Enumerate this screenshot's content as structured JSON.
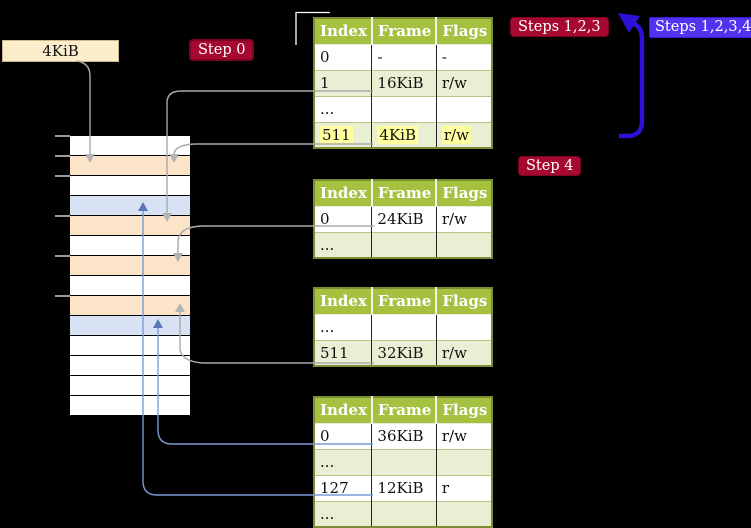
{
  "labels": {
    "frame_box": "4KiB",
    "step0": "Step 0",
    "steps123": "Steps 1,2,3",
    "steps1234": "Steps 1,2,3,4",
    "step4": "Step 4"
  },
  "page_tables": [
    {
      "headers": [
        "Index",
        "Frame",
        "Flags"
      ],
      "rows": [
        {
          "cells": [
            "0",
            "-",
            "-"
          ]
        },
        {
          "cells": [
            "1",
            "16KiB",
            "r/w"
          ]
        },
        {
          "cells": [
            "...",
            "",
            ""
          ]
        },
        {
          "cells": [
            "511",
            "4KiB",
            "r/w"
          ]
        }
      ]
    },
    {
      "headers": [
        "Index",
        "Frame",
        "Flags"
      ],
      "rows": [
        {
          "cells": [
            "0",
            "24KiB",
            "r/w"
          ]
        },
        {
          "cells": [
            "...",
            "",
            ""
          ]
        }
      ]
    },
    {
      "headers": [
        "Index",
        "Frame",
        "Flags"
      ],
      "rows": [
        {
          "cells": [
            "...",
            "",
            ""
          ]
        },
        {
          "cells": [
            "511",
            "32KiB",
            "r/w"
          ]
        }
      ]
    },
    {
      "headers": [
        "Index",
        "Frame",
        "Flags"
      ],
      "rows": [
        {
          "cells": [
            "0",
            "36KiB",
            "r/w"
          ]
        },
        {
          "cells": [
            "...",
            "",
            ""
          ]
        },
        {
          "cells": [
            "127",
            "12KiB",
            "r"
          ]
        },
        {
          "cells": [
            "...",
            "",
            ""
          ]
        }
      ]
    }
  ],
  "memory_stack": {
    "rows": [
      "white",
      "peach",
      "white",
      "blue",
      "peach",
      "white",
      "peach",
      "white",
      "peach",
      "blue",
      "white",
      "white",
      "white",
      "white"
    ]
  },
  "colors": {
    "background": "#000000",
    "table_header_green": "#a4c240",
    "table_row_green": "#e9efd2",
    "table_border_olive": "#7d8d36",
    "memory_peach": "#fce4c9",
    "memory_blue": "#d7e3f4",
    "highlight_yellow": "#ffffa0",
    "label_red": "#a6092f",
    "label_blue": "#5233f2",
    "big_arrow_blue": "#2c11d6",
    "connector_gray": "#a9a9a9",
    "connector_blue": "#7d9bd3",
    "frame_box_cream": "#fceecb"
  }
}
